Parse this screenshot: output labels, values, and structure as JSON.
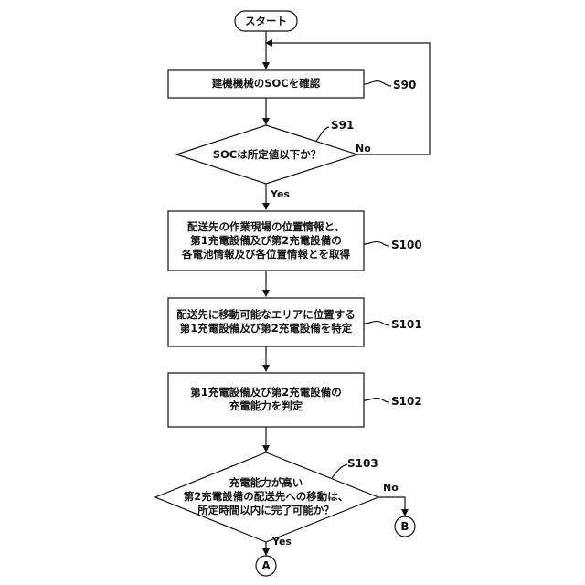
{
  "start": {
    "label": "スタート"
  },
  "steps": {
    "s90": {
      "id": "S90",
      "text": "建機機械のSOCを確認"
    },
    "s91": {
      "id": "S91",
      "text": "SOCは所定値以下か？",
      "no_label": "No",
      "yes_label": "Yes"
    },
    "s100": {
      "id": "S100",
      "lines": [
        "配送先の作業現場の位置情報と、",
        "第1充電設備及び第2充電設備の",
        "各電池情報及び各位置情報とを取得"
      ]
    },
    "s101": {
      "id": "S101",
      "lines": [
        "配送先に移動可能なエリアに位置する",
        "第1充電設備及び第2充電設備を特定"
      ]
    },
    "s102": {
      "id": "S102",
      "lines": [
        "第1充電設備及び第2充電設備の",
        "充電能力を判定"
      ]
    },
    "s103": {
      "id": "S103",
      "lines": [
        "充電能力が高い",
        "第2充電設備の配送先への移動は、",
        "所定時間以内に完了可能か？"
      ],
      "no_label": "No",
      "yes_label": "Yes"
    }
  },
  "connectors": {
    "a": "A",
    "b": "B"
  }
}
